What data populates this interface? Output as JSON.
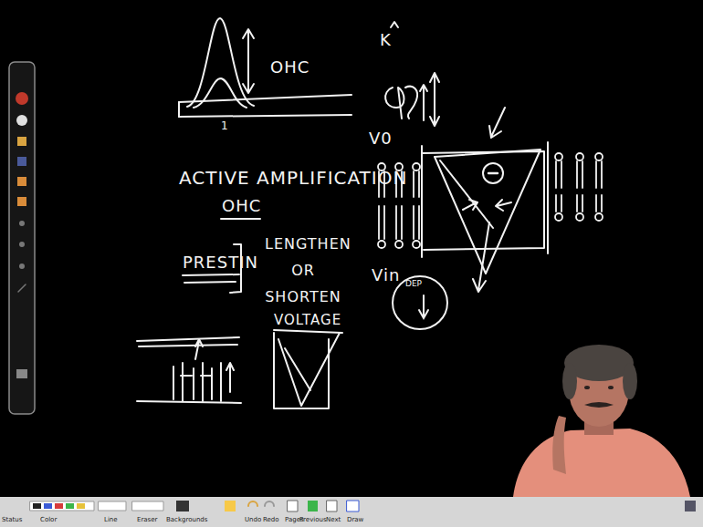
{
  "diagram": {
    "nodes": [
      {
        "text": [
          "DEP"
        ]
      }
    ],
    "labels": [
      "OHC",
      "1",
      "K",
      "V0",
      "ACTIVE AMPLIFICATION",
      "OHC",
      "PRESTIN",
      "LENGTHEN OR SHORTEN",
      "VOLTAGE",
      "Vin",
      "Status",
      "Color",
      "Line",
      "Eraser",
      "Backgrounds",
      "Undo",
      "Redo",
      "Pages",
      "Previous",
      "Next",
      "Draw"
    ]
  }
}
